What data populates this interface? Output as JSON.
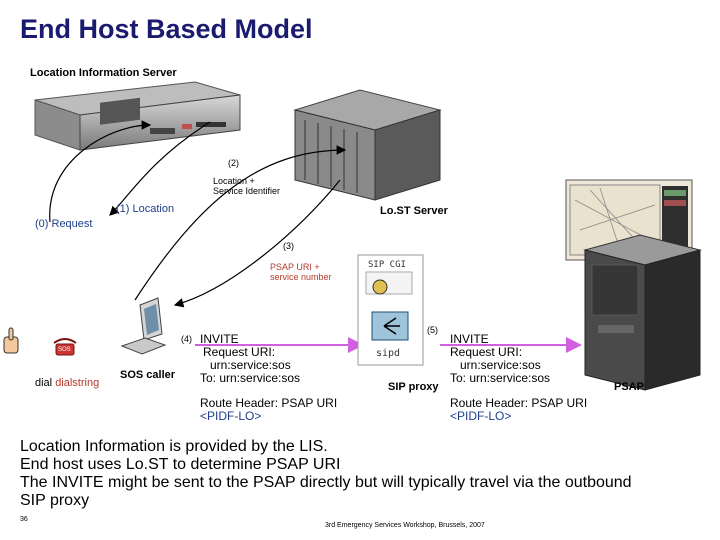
{
  "title": "End Host Based Model",
  "labels": {
    "lis": "Location Information Server",
    "step2": "(2)",
    "location_service_1": "Location +",
    "location_service_2": "Service Identifier",
    "step1": "(1)   Location",
    "step0": "(0) Request",
    "lost_server": "Lo.ST Server",
    "step3": "(3)",
    "psap_uri_1": "PSAP URI +",
    "psap_uri_2": "service number",
    "sip_cgi": "SIP CGI",
    "sipd": "sipd",
    "step4": "(4)",
    "step5": "(5)",
    "sos_caller": "SOS caller",
    "dial_prefix": "dial",
    "dialstring": "dialstring",
    "sip_proxy": "SIP proxy",
    "psap": "PSAP",
    "phone_badge": "SOS"
  },
  "invite_left": {
    "line1": "INVITE",
    "line2": "Request URI:",
    "line3": "urn:service:sos",
    "line4": "To: urn:service:sos",
    "line5": "Route Header: PSAP URI",
    "line6": "<PIDF-LO>"
  },
  "invite_right": {
    "line1": "INVITE",
    "line2": "Request URI:",
    "line3": "urn:service:sos",
    "line4": "To: urn:service:sos",
    "line5": "Route Header: PSAP URI",
    "line6": "<PIDF-LO>"
  },
  "bullets": [
    "Location Information is provided by the LIS.",
    "End host uses Lo.ST to determine PSAP URI",
    "The INVITE might be sent to the PSAP directly but will typically travel via the outbound",
    "SIP proxy"
  ],
  "footer": {
    "page": "36",
    "event": "3rd Emergency Services Workshop, Brussels, 2007"
  },
  "colors": {
    "title": "#1a1a6e",
    "label_blue": "#1f3e8a",
    "label_red": "#b33a2c",
    "message_arrow": "#d060e0"
  }
}
